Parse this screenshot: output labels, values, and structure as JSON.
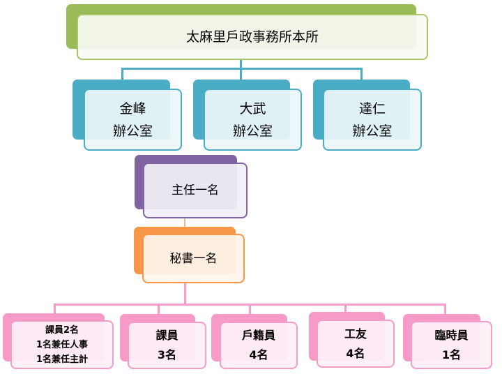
{
  "root": {
    "label": "太麻里戶政事務所本所",
    "color": "#9bbb59"
  },
  "offices": [
    {
      "name": "金峰",
      "sub": "辦公室"
    },
    {
      "name": "大武",
      "sub": "辦公室"
    },
    {
      "name": "達仁",
      "sub": "辦公室"
    }
  ],
  "office_color": "#4bacc6",
  "director": {
    "label": "主任一名",
    "color": "#8064a2"
  },
  "secretary": {
    "label": "秘書一名",
    "color": "#f79646"
  },
  "staff": [
    {
      "lines": [
        "課員2名",
        "1名兼任人事",
        "1名兼任主計"
      ]
    },
    {
      "lines": [
        "課員",
        "3名"
      ]
    },
    {
      "lines": [
        "戶籍員",
        "4名"
      ]
    },
    {
      "lines": [
        "工友",
        "4名"
      ]
    },
    {
      "lines": [
        "臨時員",
        "1名"
      ]
    }
  ],
  "staff_color": "#f79ac8"
}
